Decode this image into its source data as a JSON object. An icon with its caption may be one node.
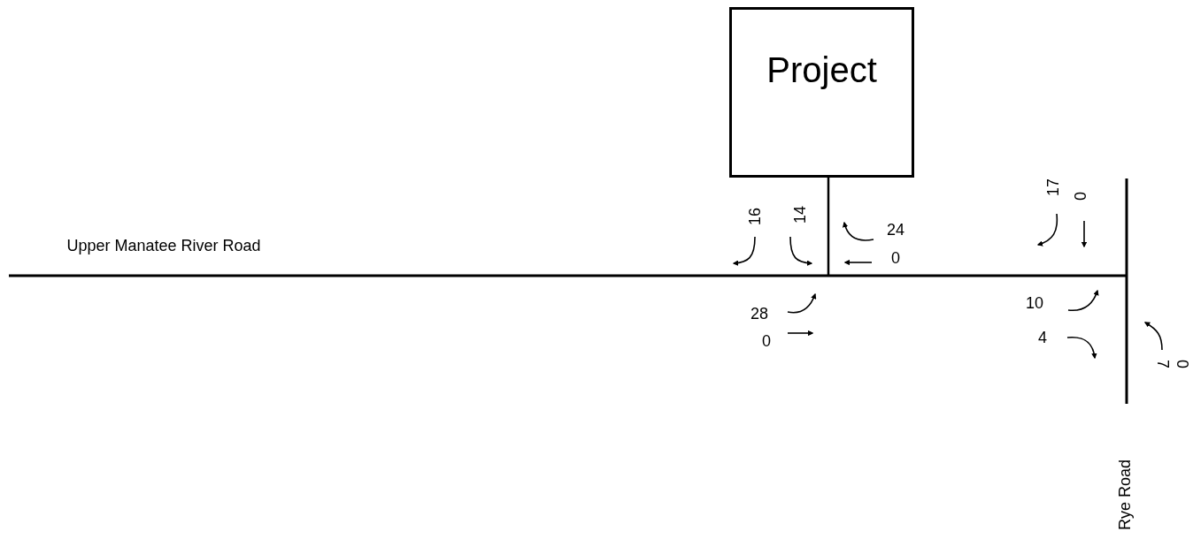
{
  "diagram": {
    "nodes": [
      {
        "text": [
          "Project"
        ]
      }
    ],
    "labels": [
      "Upper Manatee River Road",
      "16",
      "14",
      "24",
      "0",
      "28",
      "0",
      "17",
      "0",
      "10",
      "4",
      "7",
      "0",
      "Rye Road"
    ]
  }
}
